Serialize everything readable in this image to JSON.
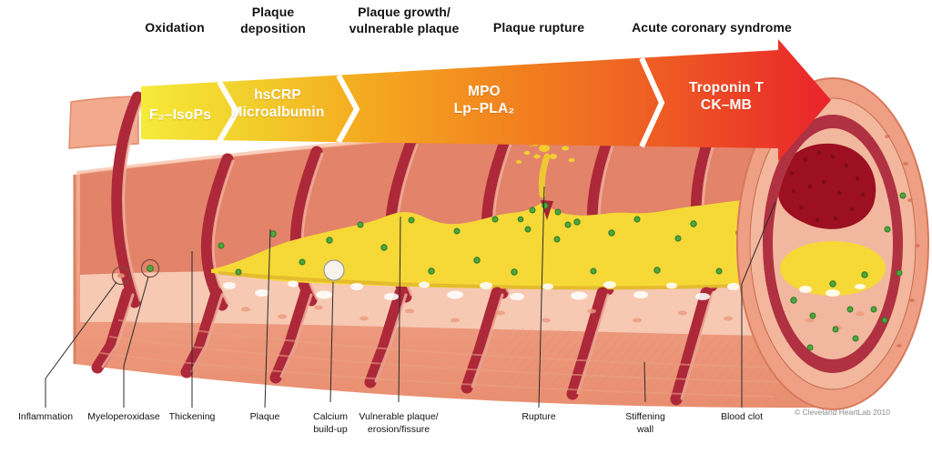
{
  "stages": [
    {
      "label": "Oxidation"
    },
    {
      "label": "Plaque\ndeposition"
    },
    {
      "label": "Plaque growth/\nvulnerable plaque"
    },
    {
      "label": "Plaque rupture"
    },
    {
      "label": "Acute coronary syndrome"
    }
  ],
  "biomarkers": [
    {
      "label": "F₂–IsoPs"
    },
    {
      "label": "hsCRP\nMicroalbumin"
    },
    {
      "label": "MPO\nLp–PLA₂"
    },
    {
      "label": "Troponin T\nCK–MB"
    }
  ],
  "features": [
    {
      "label": "Inflammation"
    },
    {
      "label": "Myeloperoxidase"
    },
    {
      "label": "Thickening"
    },
    {
      "label": "Plaque"
    },
    {
      "label": "Calcium\nbuild-up"
    },
    {
      "label": "Vulnerable plaque/\nerosion/fissure"
    },
    {
      "label": "Rupture"
    },
    {
      "label": "Stiffening\nwall"
    },
    {
      "label": "Blood clot"
    }
  ],
  "credit": "© Cleveland HeartLab 2010",
  "colors": {
    "arrow_start": "#f6ea39",
    "arrow_mid": "#f4ab20",
    "arrow_end": "#e9232a",
    "artery_wall": "#f0a287",
    "artery_ring": "#ad2839",
    "plaque": "#f6d837",
    "granule_green": "#4fa63e",
    "clot_red": "#9c1021"
  }
}
